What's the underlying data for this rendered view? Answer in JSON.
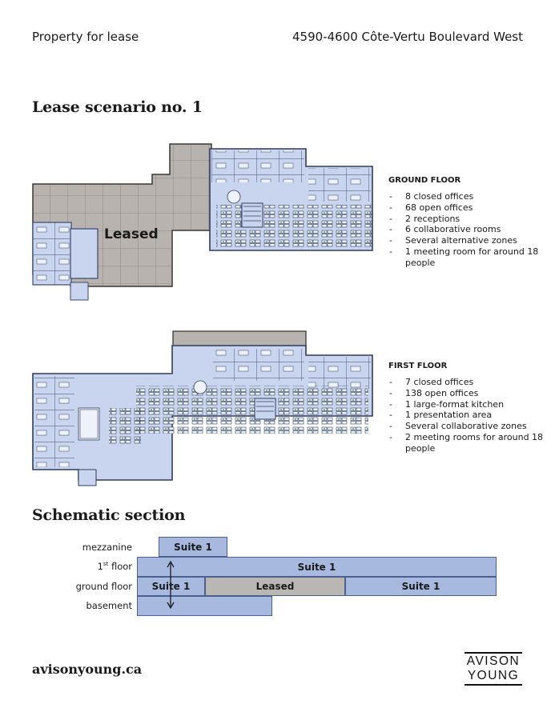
{
  "header": {
    "left": "Property for lease",
    "right": "4590-4600 Côte-Vertu Boulevard West"
  },
  "scenario_title": "Lease scenario no. 1",
  "ground_floor": {
    "plan_label": "Leased",
    "title": "GROUND FLOOR",
    "items": [
      "8 closed offices",
      "68 open offices",
      "2 receptions",
      "6 collaborative rooms",
      "Several alternative zones",
      "1 meeting room for around 18 people"
    ]
  },
  "first_floor": {
    "title": "FIRST FLOOR",
    "items": [
      "7 closed offices",
      "138 open offices",
      "1 large-format kitchen",
      "1 presentation area",
      "Several collaborative zones",
      "2 meeting rooms for around 18 people"
    ]
  },
  "section": {
    "title": "Schematic section",
    "labels": {
      "mezzanine": "mezzanine",
      "first_num": "1",
      "first_sup": "st",
      "first_word": " floor",
      "ground": "ground floor",
      "basement": "basement"
    },
    "mezz_suite": "Suite 1",
    "first_suite": "Suite 1",
    "ground_left": "Suite 1",
    "ground_mid": "Leased",
    "ground_right": "Suite 1"
  },
  "footer": {
    "site": "avisonyoung.ca",
    "logo_line1": "AVISON",
    "logo_line2": "YOUNG"
  },
  "colors": {
    "suite": "#a8b9e0",
    "leased": "#b9b7b3",
    "plan_blue": "#c9d4ee",
    "plan_grey": "#b8b3ae",
    "wall": "#3b4a6e"
  }
}
